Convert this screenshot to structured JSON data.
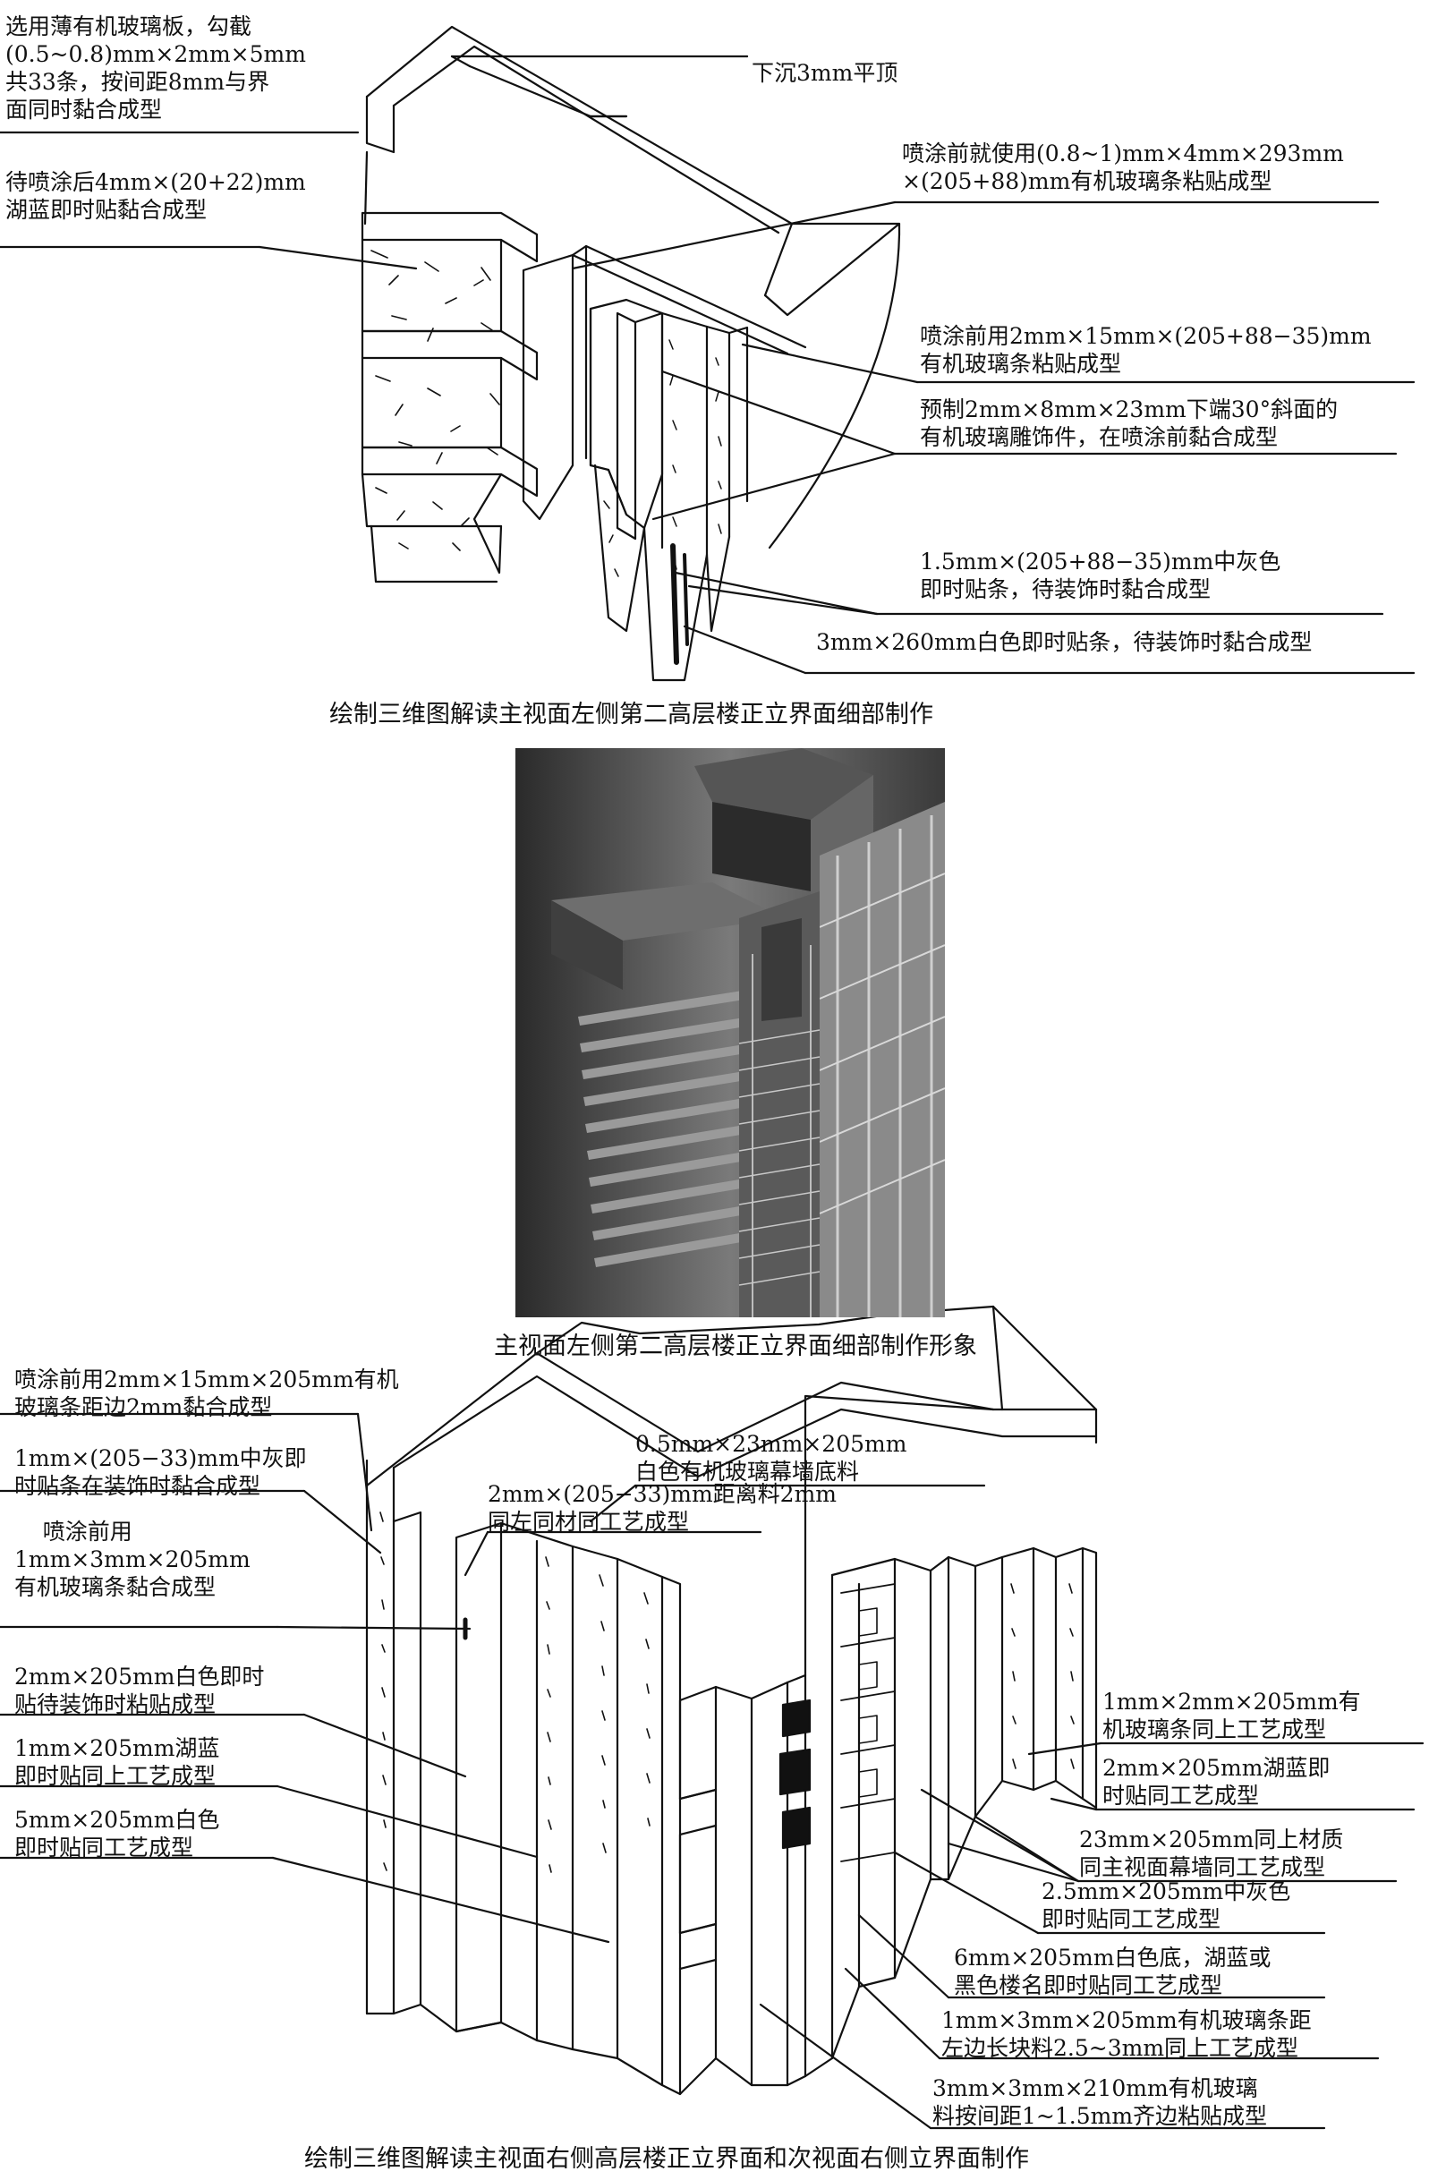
{
  "top_section": {
    "labels": {
      "l1": "选用薄有机玻璃板，勾截\n(0.5~0.8)mm×2mm×5mm\n共33条，按间距8mm与界\n面同时黏合成型",
      "l2": "待喷涂后4mm×(20+22)mm\n湖蓝即时贴黏合成型",
      "l3": "下沉3mm平顶",
      "l4": "喷涂前就使用(0.8~1)mm×4mm×293mm\n×(205+88)mm有机玻璃条粘贴成型",
      "l5": "喷涂前用2mm×15mm×(205+88−35)mm\n有机玻璃条粘贴成型",
      "l6": "预制2mm×8mm×23mm下端30°斜面的\n有机玻璃雕饰件，在喷涂前黏合成型",
      "l7": "1.5mm×(205+88−35)mm中灰色\n即时贴条，待装饰时黏合成型",
      "l8": "3mm×260mm白色即时贴条，待装饰时黏合成型"
    },
    "caption": "绘制三维图解读主视面左侧第二高层楼正立界面细部制作"
  },
  "photo_section": {
    "caption": "主视面左侧第二高层楼正立界面细部制作形象"
  },
  "bottom_section": {
    "labels": {
      "b1": "喷涂前用2mm×15mm×205mm有机\n玻璃条距边2mm黏合成型",
      "b2": "1mm×(205−33)mm中灰即\n时贴条在装饰时黏合成型",
      "b3": "    喷涂前用\n1mm×3mm×205mm\n有机玻璃条黏合成型",
      "b4": "2mm×205mm白色即时\n贴待装饰时粘贴成型",
      "b5": "1mm×205mm湖蓝\n即时贴同上工艺成型",
      "b6": "5mm×205mm白色\n即时贴同工艺成型",
      "b7": "0.5mm×23mm×205mm\n白色有机玻璃幕墙底料",
      "b8": "2mm×(205−33)mm距离料2mm\n同左同材同工艺成型",
      "b9": "1mm×2mm×205mm有\n机玻璃条同上工艺成型",
      "b10": "2mm×205mm湖蓝即\n时贴同工艺成型",
      "b11": "23mm×205mm同上材质\n同主视面幕墙同工艺成型",
      "b12": "2.5mm×205mm中灰色\n即时贴同工艺成型",
      "b13": "6mm×205mm白色底，湖蓝或\n黑色楼名即时贴同工艺成型",
      "b14": "1mm×3mm×205mm有机玻璃条距\n左边长块料2.5~3mm同上工艺成型",
      "b15": "3mm×3mm×210mm有机玻璃\n料按间距1~1.5mm齐边粘贴成型"
    },
    "caption": "绘制三维图解读主视面右侧高层楼正立界面和次视面右侧立界面制作"
  }
}
